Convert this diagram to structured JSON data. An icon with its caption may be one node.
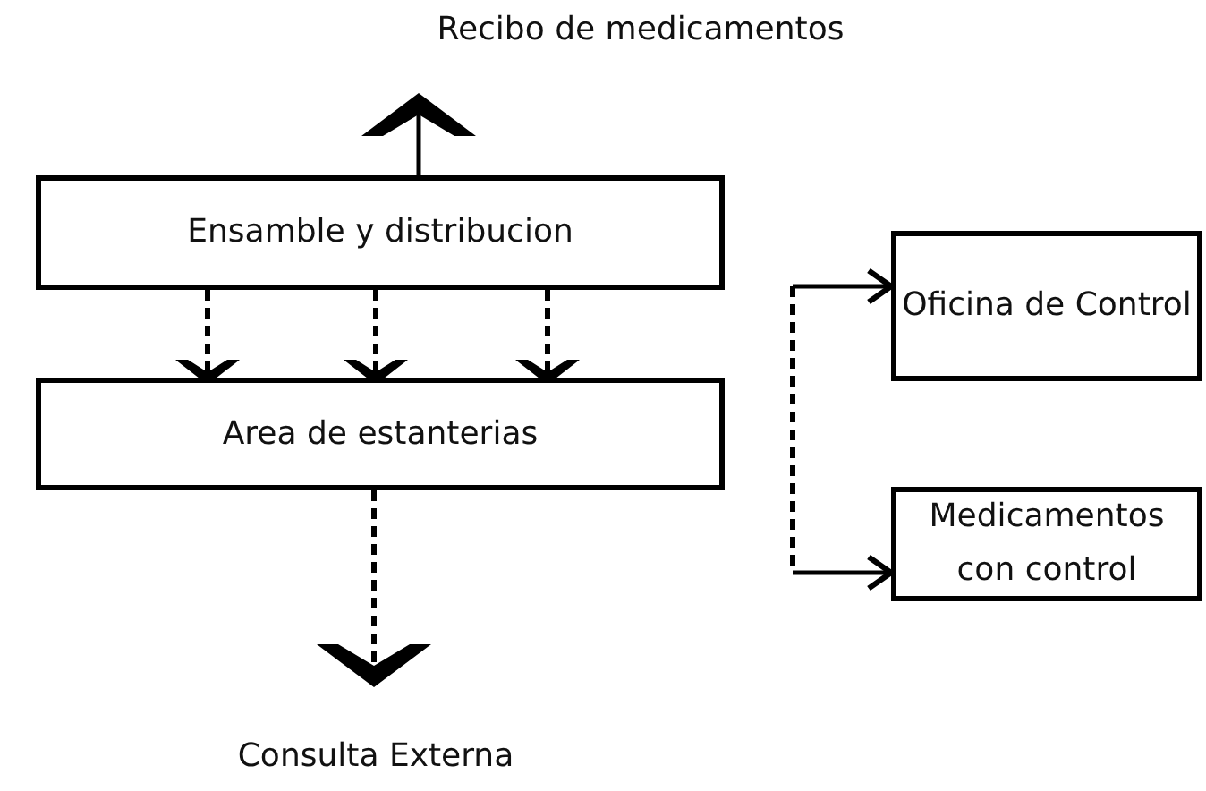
{
  "diagram": {
    "nodes": [
      {
        "text": [
          "Recibo de medicamentos"
        ]
      },
      {
        "text": [
          "Ensamble y distribucion"
        ]
      },
      {
        "text": [
          "Area de estanterias"
        ]
      },
      {
        "text": [
          "Consulta Externa"
        ]
      },
      {
        "text": [
          "Oficina de Control"
        ]
      },
      {
        "text": [
          "Medicamentos con control"
        ]
      }
    ],
    "edges": [
      {
        "from": 1,
        "to": 0,
        "arrow": "to"
      },
      {
        "from": 1,
        "to": 2,
        "arrow": "to",
        "style": "dashed"
      },
      {
        "from": 1,
        "to": 2,
        "arrow": "to",
        "style": "dashed"
      },
      {
        "from": 1,
        "to": 2,
        "arrow": "to",
        "style": "dashed"
      },
      {
        "from": 2,
        "to": 3,
        "arrow": "to",
        "style": "dashed"
      },
      {
        "from": null,
        "to": 4,
        "arrow": "to",
        "style": "dashed"
      },
      {
        "from": null,
        "to": 5,
        "arrow": "to",
        "style": "dashed"
      }
    ]
  }
}
